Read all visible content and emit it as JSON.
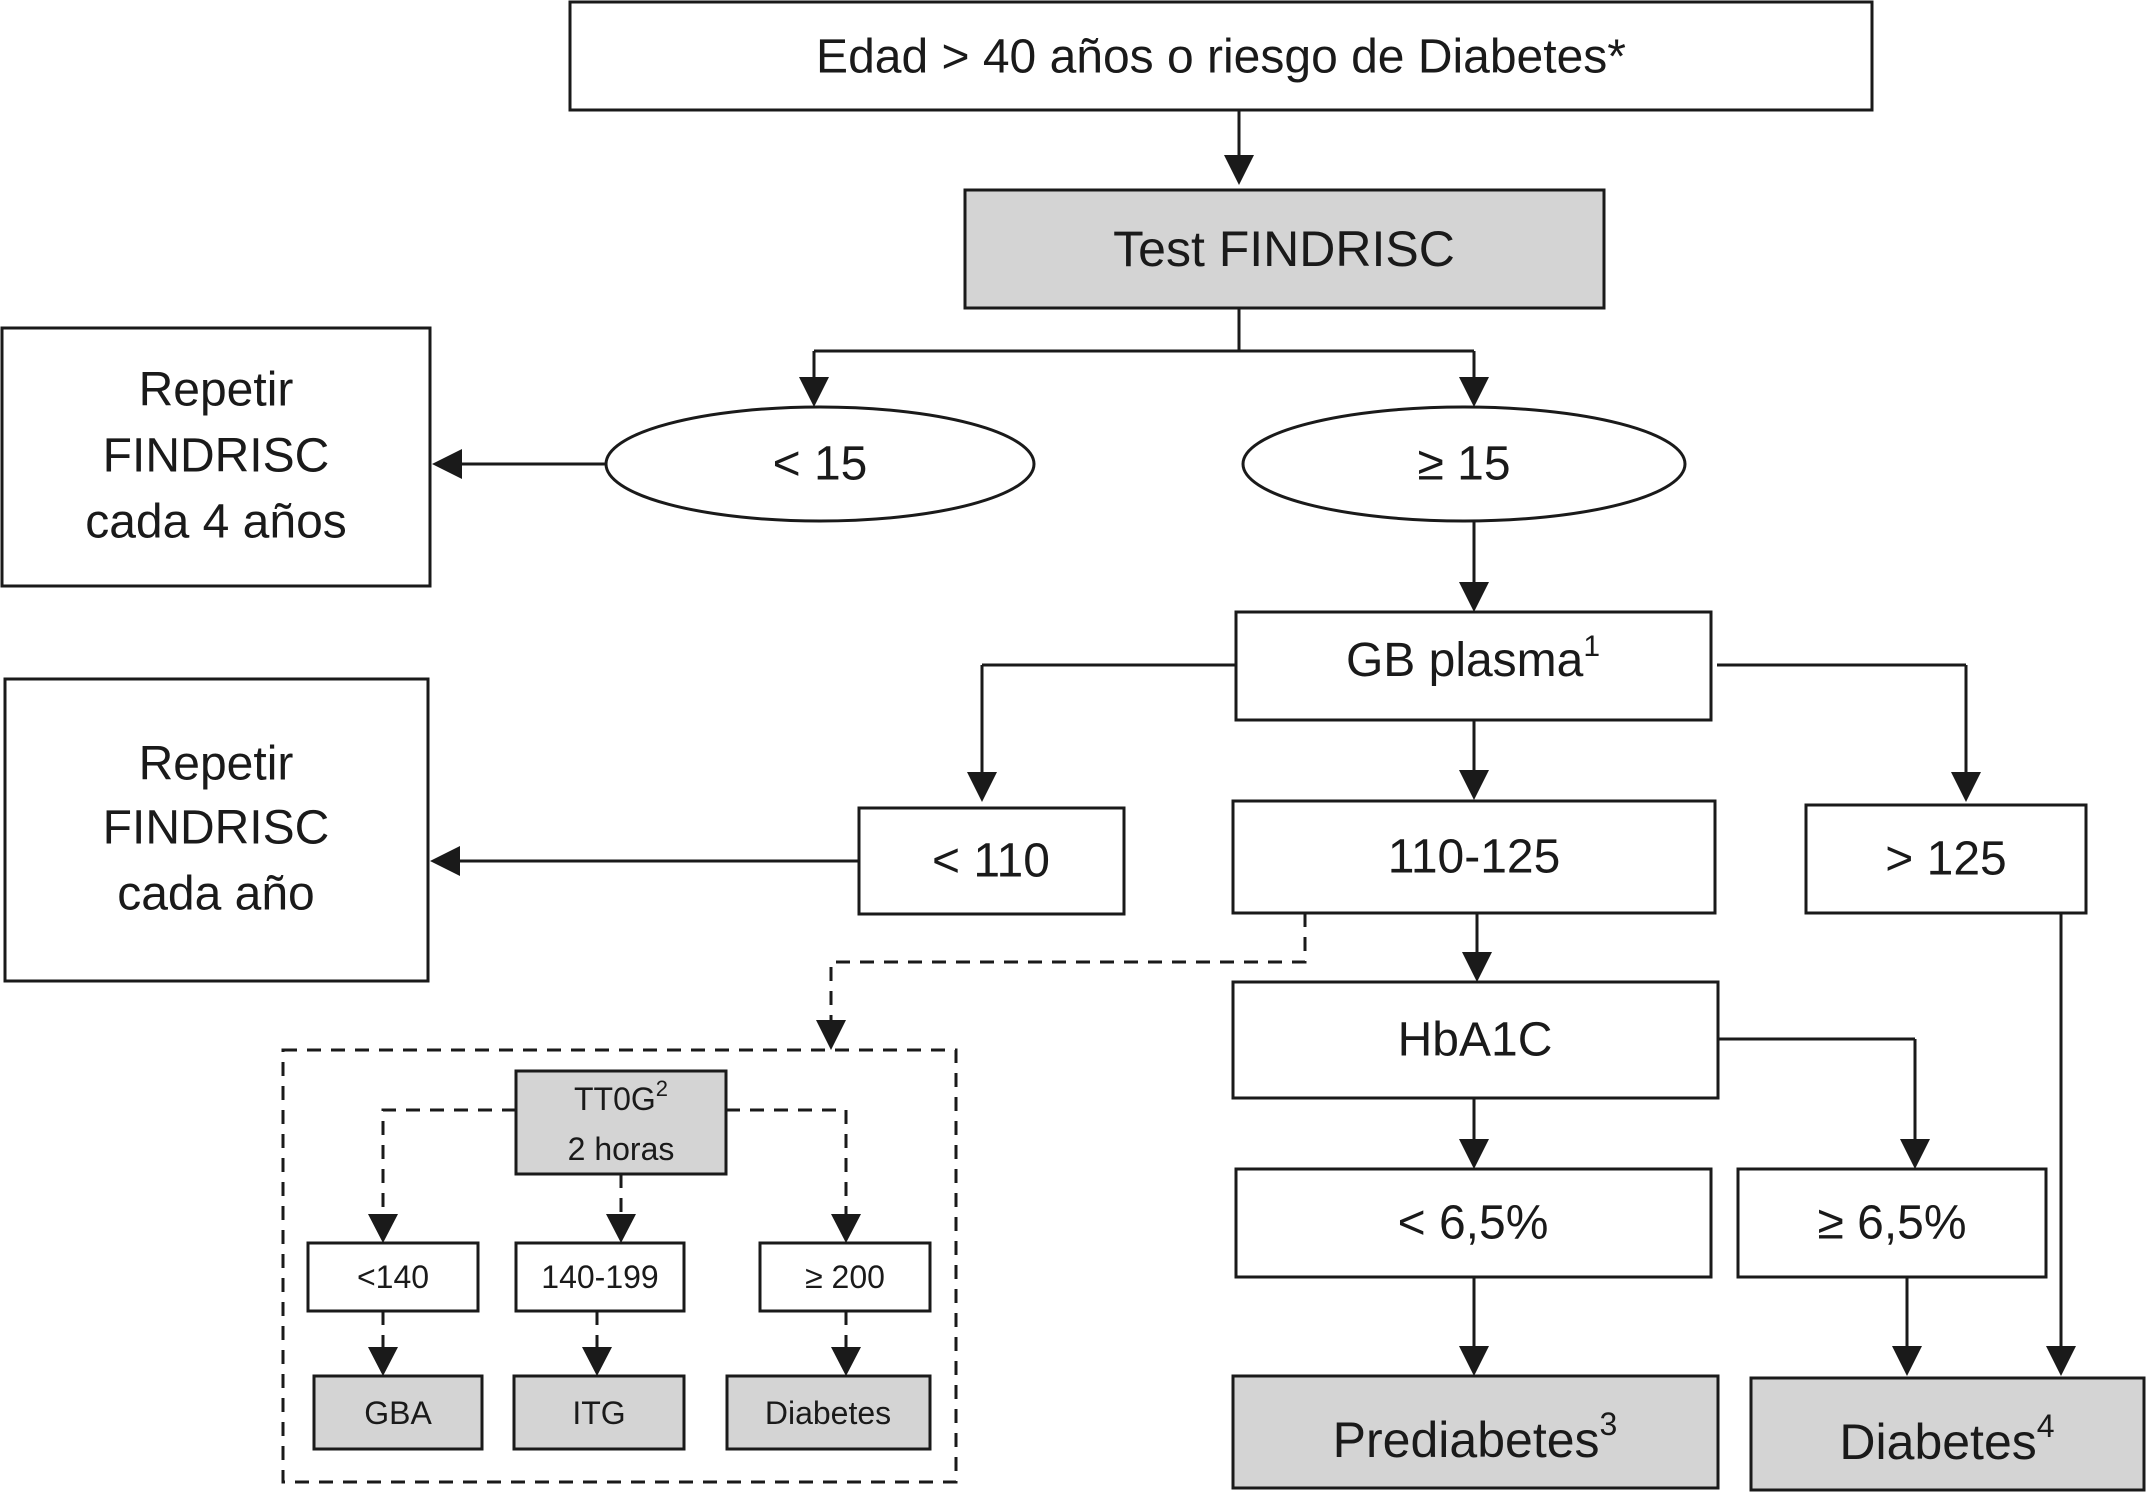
{
  "diagram": {
    "start": "Edad > 40 años o riesgo de Diabetes*",
    "findrisc_test": "Test FINDRISC",
    "score_low": "< 15",
    "score_high": "≥ 15",
    "repeat_4y": [
      "Repetir",
      "FINDRISC",
      "cada 4 años"
    ],
    "gb_plasma": {
      "text": "GB plasma",
      "sup": "1"
    },
    "gb_low": "< 110",
    "gb_mid": "110-125",
    "gb_high": "> 125",
    "repeat_1y": [
      "Repetir",
      "FINDRISC",
      "cada año"
    ],
    "hba1c": "HbA1C",
    "hba1c_low": "< 6,5%",
    "hba1c_high": "≥ 6,5%",
    "prediabetes": {
      "text": "Prediabetes",
      "sup": "3"
    },
    "diabetes_main": {
      "text": "Diabetes",
      "sup": "4"
    },
    "ttog": {
      "text": "TT0G",
      "sup": "2",
      "line2": "2 horas"
    },
    "ttog_low": "<140",
    "ttog_mid": "140-199",
    "ttog_high": "≥ 200",
    "gba": "GBA",
    "itg": "ITG",
    "diabetes_ttog": "Diabetes"
  },
  "colors": {
    "stroke": "#1a1a1a",
    "gray_fill": "#d4d4d4",
    "white_fill": "#ffffff"
  }
}
